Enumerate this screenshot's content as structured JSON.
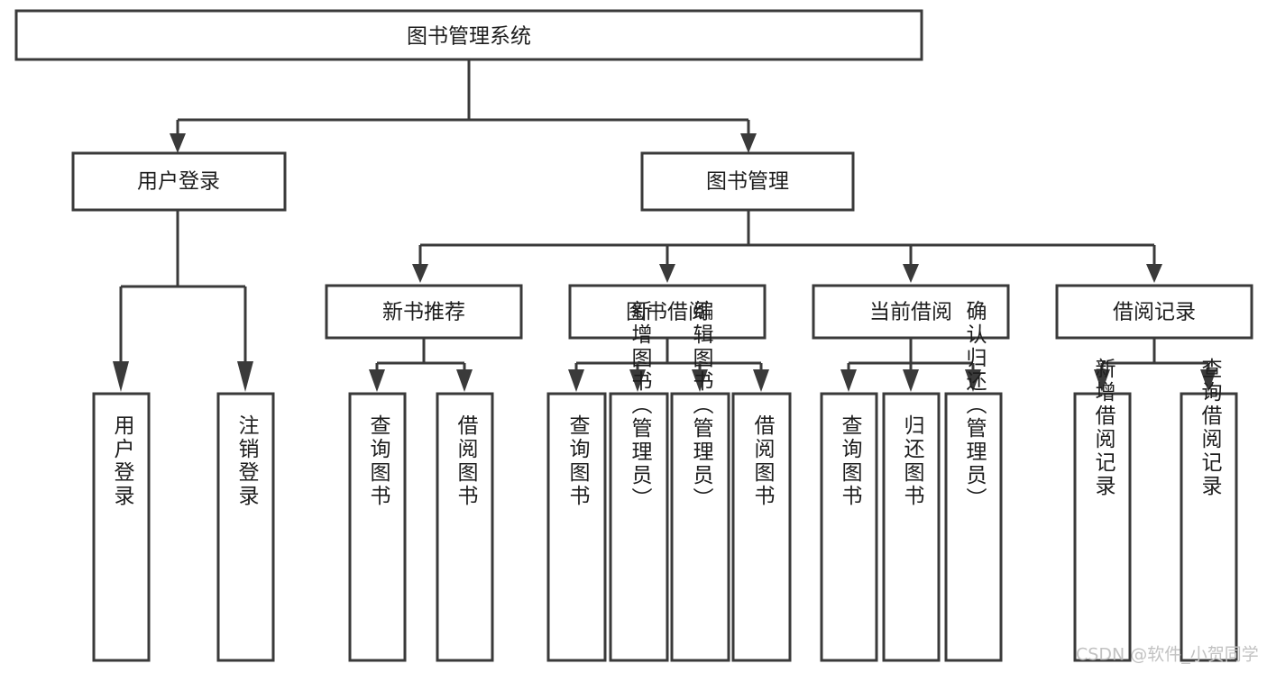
{
  "diagram": {
    "title": "图书管理系统",
    "type": "tree-hierarchy",
    "root": {
      "label": "图书管理系统"
    },
    "level2": [
      {
        "label": "用户登录"
      },
      {
        "label": "图书管理"
      }
    ],
    "level3": [
      {
        "label": "新书推荐"
      },
      {
        "label": "图书借阅"
      },
      {
        "label": "当前借阅"
      },
      {
        "label": "借阅记录"
      }
    ],
    "leaves": {
      "user_login": [
        {
          "label": "用户登录"
        },
        {
          "label": "注销登录"
        }
      ],
      "new_book_recommend": [
        {
          "label": "查询图书"
        },
        {
          "label": "借阅图书"
        }
      ],
      "book_borrow": [
        {
          "label": "查询图书"
        },
        {
          "label": "新增图书（管理员）"
        },
        {
          "label": "编辑图书（管理员）"
        },
        {
          "label": "借阅图书"
        }
      ],
      "current_borrow": [
        {
          "label": "查询图书"
        },
        {
          "label": "归还图书"
        },
        {
          "label": "确认归还（管理员）"
        }
      ],
      "borrow_record": [
        {
          "label": "新增借阅记录"
        },
        {
          "label": "查询借阅记录"
        }
      ]
    }
  },
  "watermark": {
    "text": "CSDN @软件_小贺同学"
  },
  "colors": {
    "stroke": "#3a3a3a",
    "box_fill": "#ffffff",
    "text": "#1d1d1d",
    "watermark": "#c2c2c2",
    "background": "#ffffff"
  }
}
